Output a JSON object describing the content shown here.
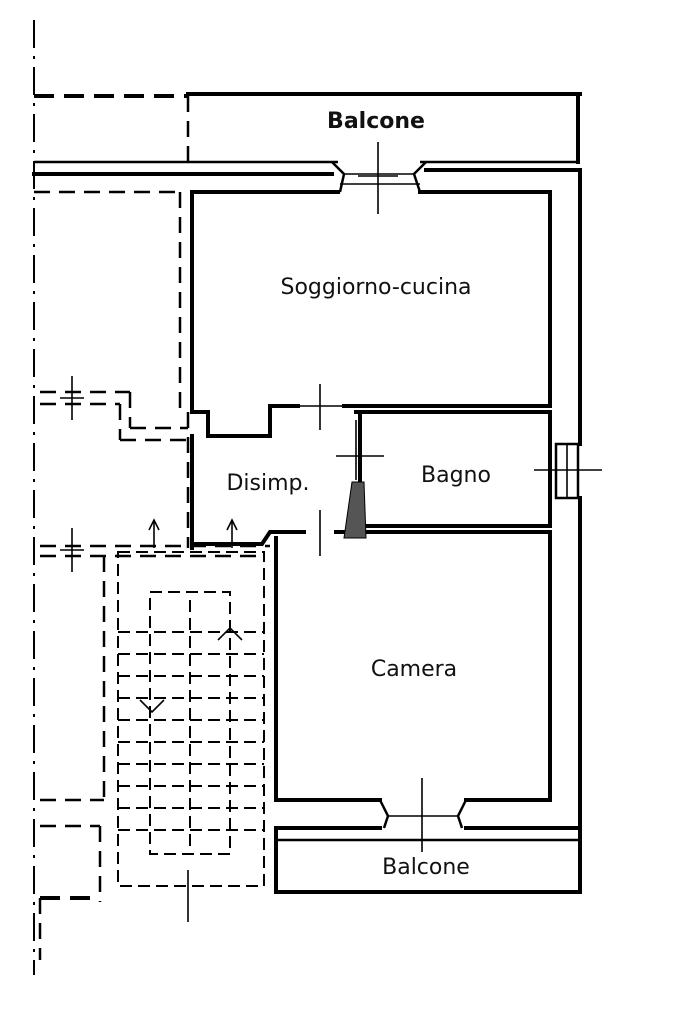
{
  "rooms": {
    "balcony_top": "Balcone",
    "living_kitchen": "Soggiorno-cucina",
    "hallway": "Disimp.",
    "bathroom": "Bagno",
    "bedroom": "Camera",
    "balcony_bottom": "Balcone"
  }
}
